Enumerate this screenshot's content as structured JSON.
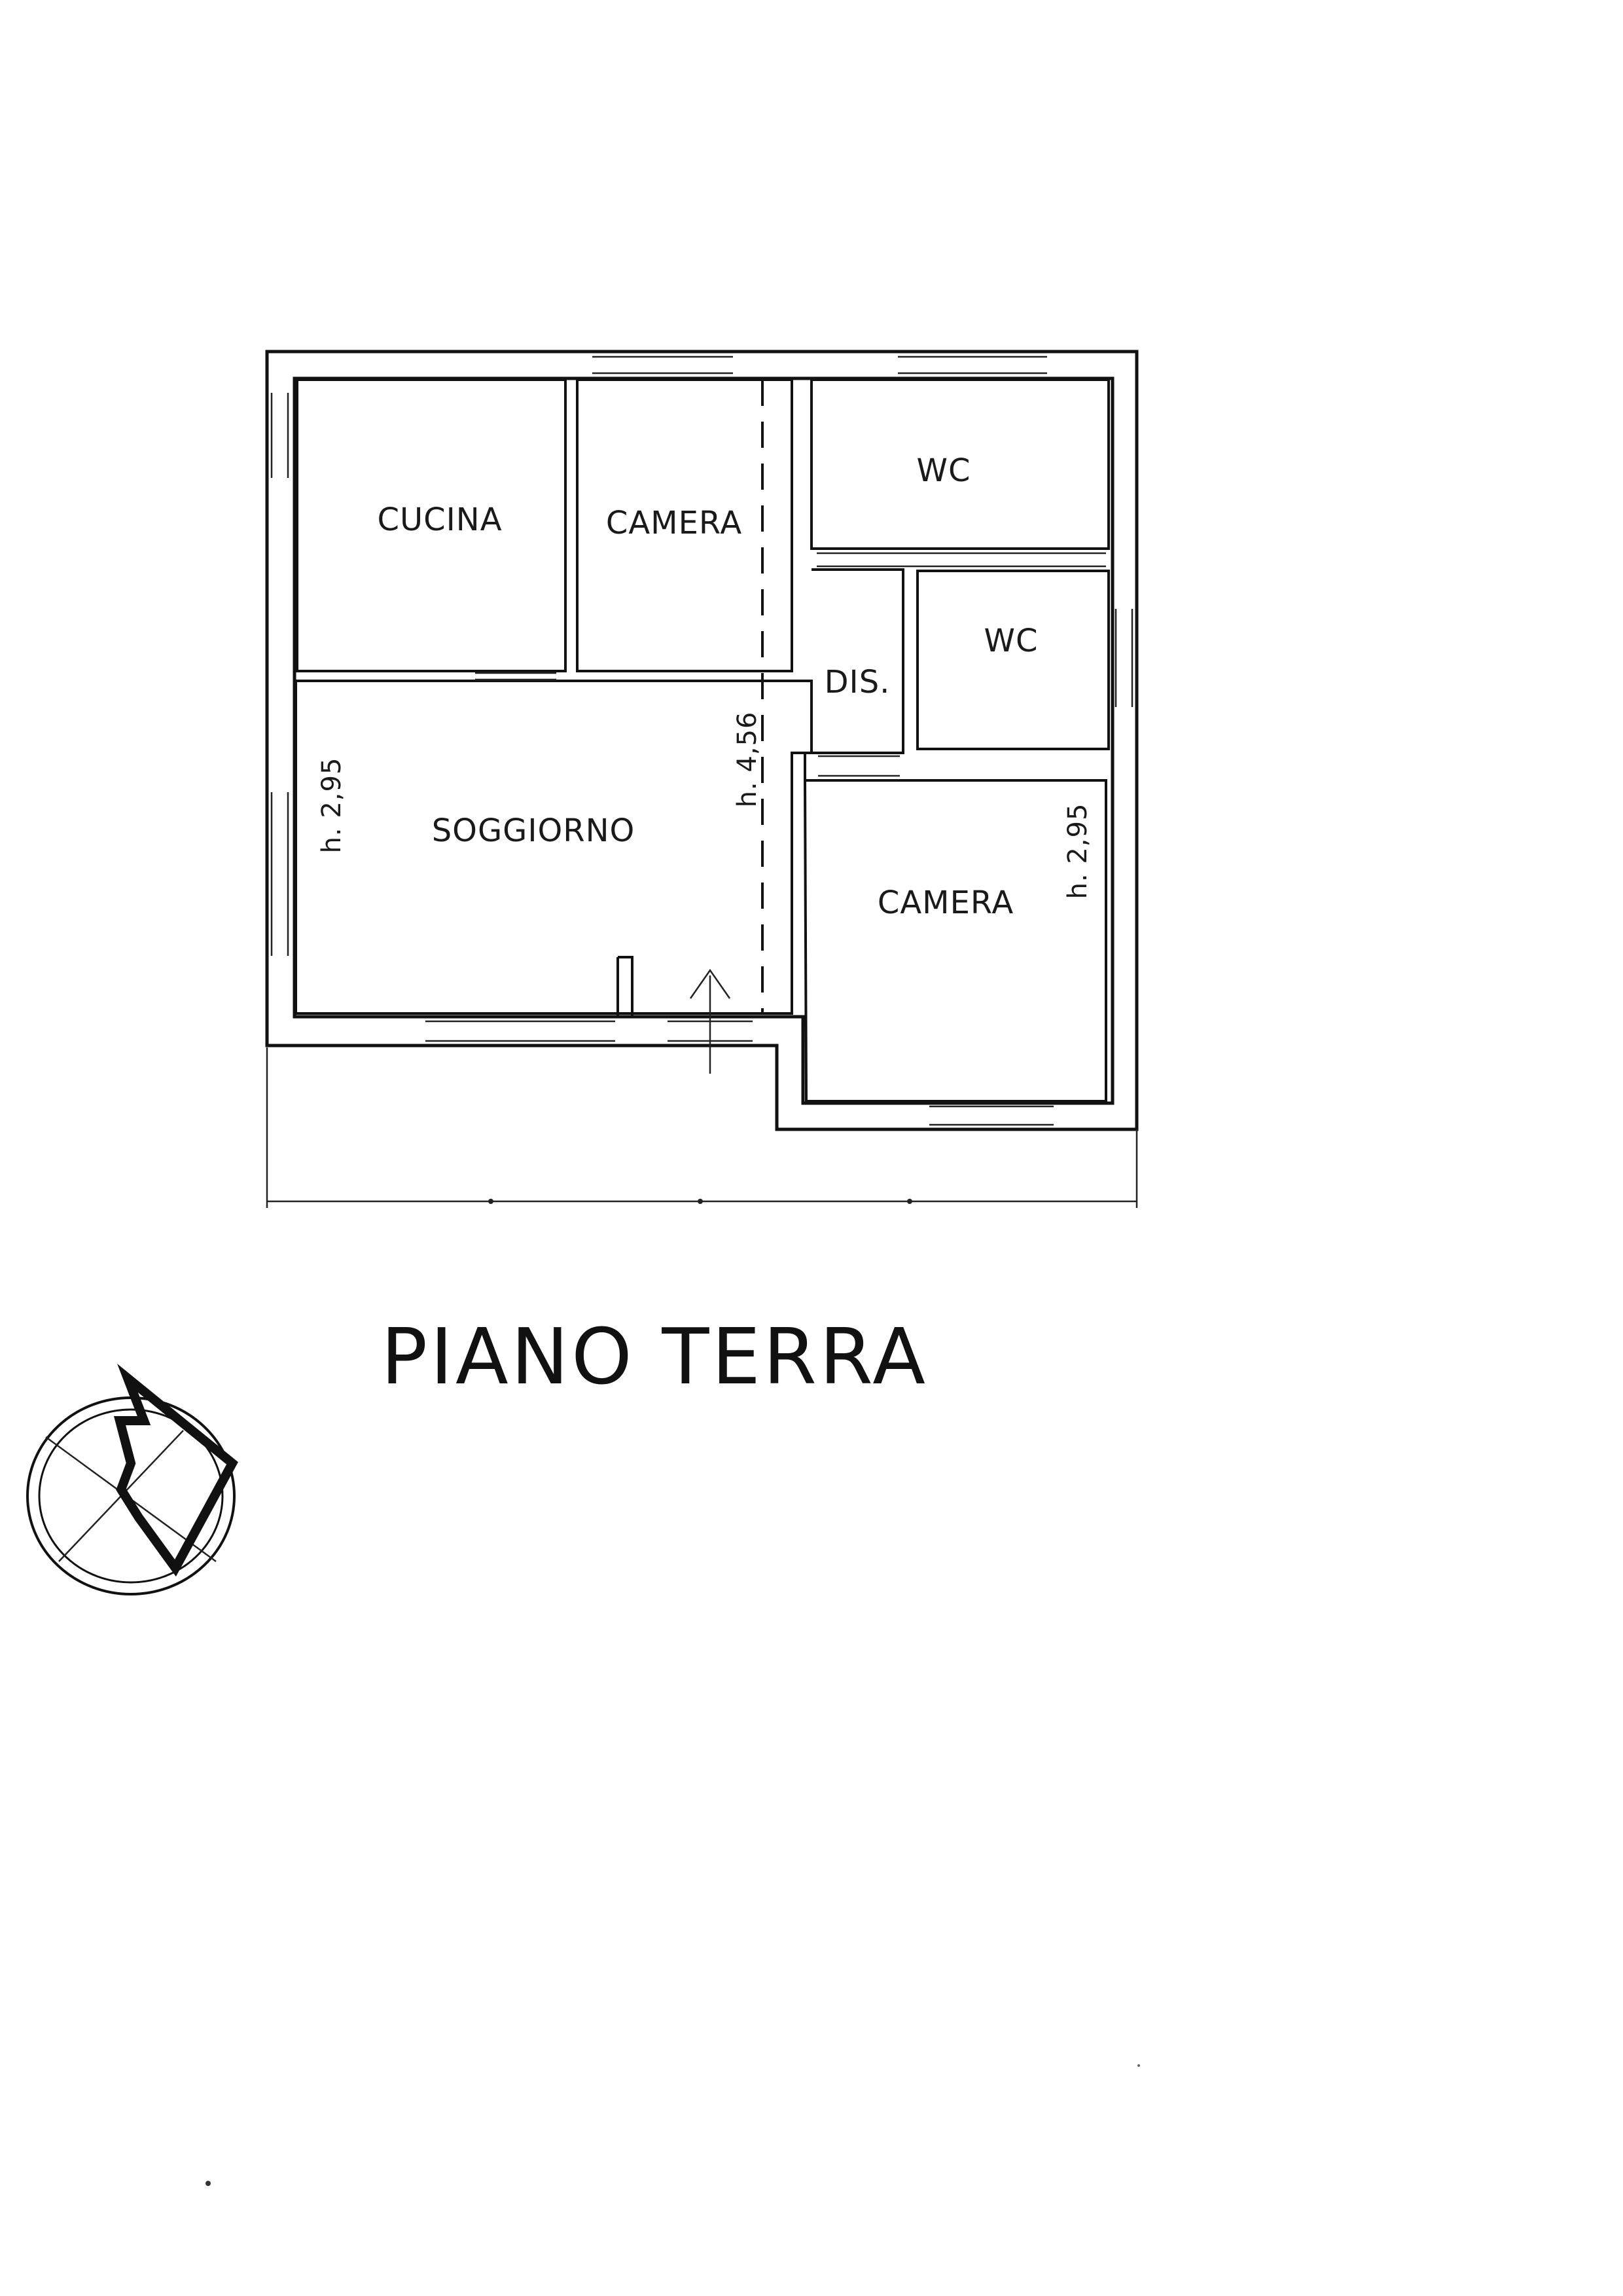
{
  "plan": {
    "title": "PIANO TERRA",
    "rooms": {
      "cucina": "CUCINA",
      "camera_top": "CAMERA",
      "wc_top": "WC",
      "wc_mid": "WC",
      "dis": "DIS.",
      "soggiorno": "SOGGIORNO",
      "camera_bottom": "CAMERA"
    },
    "heights": {
      "left": "h. 2,95",
      "center": "h. 4,56",
      "right": "h. 2,95"
    }
  },
  "icons": {
    "north": "north-arrow-icon",
    "entrance": "entrance-arrow-icon"
  }
}
